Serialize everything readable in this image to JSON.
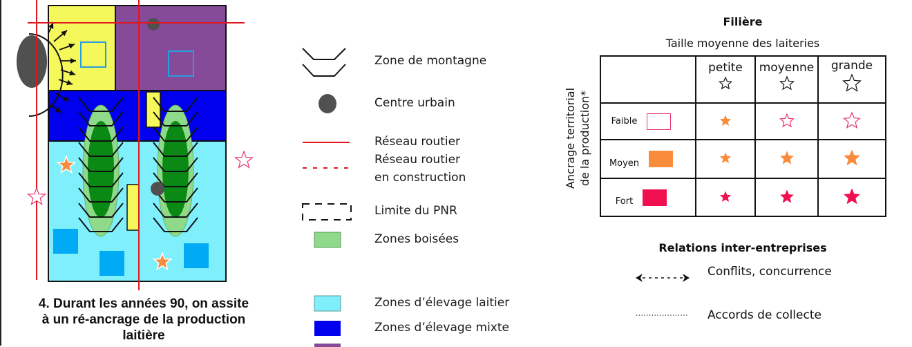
{
  "map": {
    "caption_lines": [
      "4. Durant les années 90, on assite",
      "à un ré-ancrage de la production",
      "laitière"
    ],
    "colors": {
      "dairy_zone": "#7ff0fb",
      "mixed_zone": "#0000ee",
      "yellow_zone": "#f4f85a",
      "purple_zone": "#864b98",
      "woodland_light": "#8fda8a",
      "woodland_dark": "#0a8a14",
      "urban": "#505050",
      "road": "#e2161e",
      "dairy_square": "#00aaf5",
      "star_orange": "#f98b3c",
      "star_pink": "#e8336b"
    }
  },
  "legend": {
    "items": [
      {
        "icon": "mountain-zone-icon",
        "label": "Zone de montagne"
      },
      {
        "icon": "urban-center-icon",
        "label": "Centre urbain"
      },
      {
        "icon": "road-network-icon",
        "label": "Réseau routier"
      },
      {
        "icon": "road-construction-icon",
        "label": "Réseau routier",
        "label2": "en construction"
      },
      {
        "icon": "pnr-boundary-icon",
        "label": "Limite du PNR"
      },
      {
        "icon": "woodland-swatch-icon",
        "label": "Zones boisées",
        "color": "#8fda8a"
      },
      {
        "icon": "dairy-zone-swatch-icon",
        "label": "Zones d’élevage laitier",
        "color": "#7ff0fb"
      },
      {
        "icon": "mixed-zone-swatch-icon",
        "label": "Zones d’élevage mixte",
        "color": "#0000ee"
      }
    ]
  },
  "filiere": {
    "title": "Filière",
    "subtitle": "Taille moyenne des laiteries",
    "axis_label_line1": "Ancrage territorial",
    "axis_label_line2": "de la production*",
    "columns": [
      "petite",
      "moyenne",
      "grande"
    ],
    "rows": [
      {
        "label": "Faible",
        "swatch": "#ffffff",
        "swatch_border": "#e8336b",
        "star_color": "#e8336b",
        "cells": [
          "filled-orange-small",
          "outline-pink-medium",
          "outline-pink-large"
        ]
      },
      {
        "label": "Moyen",
        "swatch": "#f98b3c",
        "swatch_border": "#f98b3c",
        "star_color": "#f98b3c",
        "cells": [
          "filled-orange-small",
          "filled-orange-medium",
          "filled-orange-large"
        ]
      },
      {
        "label": "Fort",
        "swatch": "#f0104f",
        "swatch_border": "#f0104f",
        "star_color": "#f0104f",
        "cells": [
          "filled-red-small",
          "filled-red-medium",
          "filled-red-large"
        ]
      }
    ]
  },
  "relations": {
    "title": "Relations inter-entreprises",
    "items": [
      {
        "icon": "double-arrow-dashed-icon",
        "label": "Conflits, concurrence"
      },
      {
        "icon": "dotted-line-icon",
        "label": "Accords de collecte"
      }
    ]
  }
}
